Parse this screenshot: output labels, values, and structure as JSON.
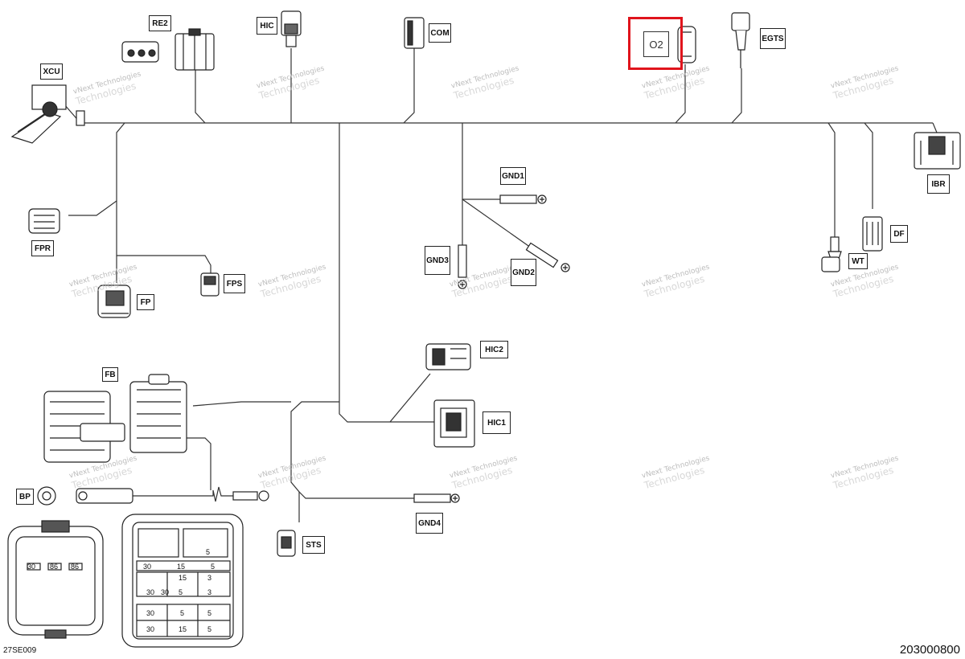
{
  "connectors": {
    "xcu": "XCU",
    "re2": "RE2",
    "hic": "HIC",
    "com": "COM",
    "egts": "EGTS",
    "ibr": "IBR",
    "df": "DF",
    "wt": "WT",
    "fpr": "FPR",
    "fps": "FPS",
    "fp": "FP",
    "gnd1": "GND1",
    "gnd2": "GND2",
    "gnd3": "GND3",
    "gnd4": "GND4",
    "hic2": "HIC2",
    "hic1": "HIC1",
    "fb": "FB",
    "bp": "BP",
    "sts": "STS"
  },
  "highlight": {
    "label": "O2",
    "color": "#e0141c"
  },
  "fuse_box": {
    "left_block": [
      "30",
      "86",
      "86"
    ],
    "row1": [
      "30",
      "15",
      "5"
    ],
    "row2": [
      "30",
      "15",
      "3"
    ],
    "row3": [
      "30",
      "5",
      "3"
    ],
    "row4": [
      "30",
      "5",
      "5"
    ],
    "row5": [
      "30",
      "15",
      "5"
    ],
    "top_fuse": "5"
  },
  "watermark": {
    "line1": "vNext Technologies",
    "line2": "Technologies"
  },
  "footer": {
    "left": "27SE009",
    "right": "203000800"
  }
}
